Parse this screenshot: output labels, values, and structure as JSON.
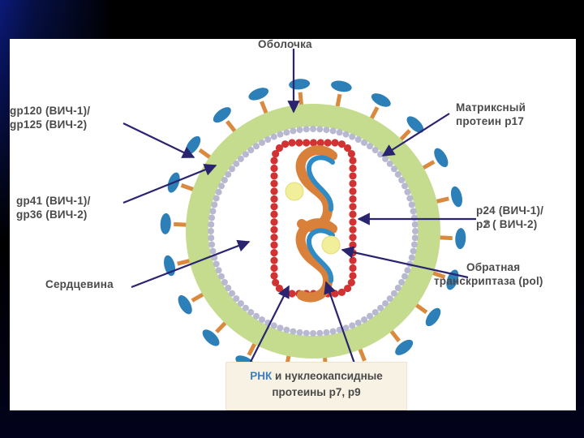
{
  "colors": {
    "membrane": "#c5dc8f",
    "spike_stem": "#d98a3e",
    "spike_cap": "#2d7fb8",
    "capsid_dots": "#d23232",
    "matrix_dots": "#b8b8d0",
    "rna_orange": "#d9803a",
    "rna_blue": "#2e8bc6",
    "enzyme": "#f2ef9a",
    "arrow": "#2a2470"
  },
  "labels": {
    "envelope": "Оболочка",
    "gp120": [
      "gp120 (ВИЧ-1)/",
      "gp125 (ВИЧ-2)"
    ],
    "gp41": [
      "gp41 (ВИЧ-1)/",
      "gp36 (ВИЧ-2)"
    ],
    "core": "Сердцевина",
    "matrix": [
      "Матриксный",
      "протеин p17"
    ],
    "p24": [
      "p24 (ВИЧ-1)/",
      "p2 (  ВИЧ-2)"
    ],
    "p24_overlap": "8",
    "rt": [
      "Обратная",
      "транскриптаза (pol)"
    ],
    "rna_prefix": "РНК",
    "rna_rest": " и нуклеокапсидные",
    "rna_line2": "протеины p7, p9"
  }
}
